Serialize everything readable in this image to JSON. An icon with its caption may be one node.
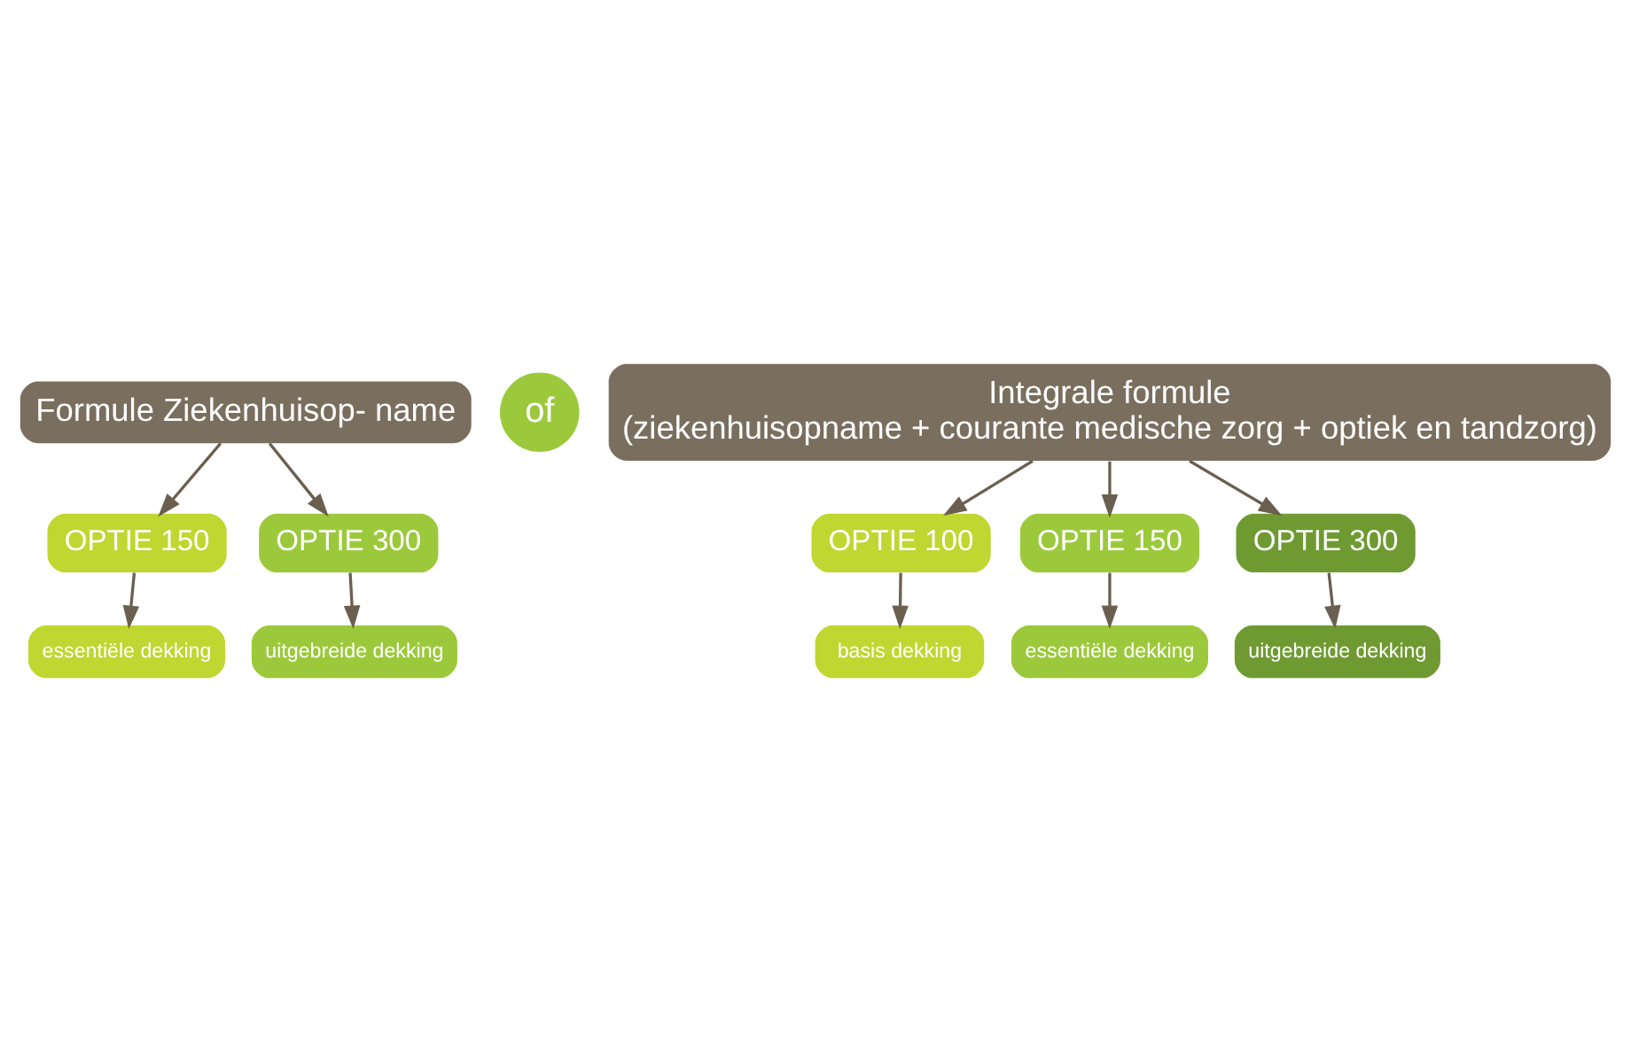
{
  "diagram": {
    "nodes": [
      {
        "text": [
          "Formule Ziekenhuisop- name"
        ]
      },
      {
        "text": [
          "of"
        ]
      },
      {
        "text": [
          "Integrale formule",
          "(ziekenhuisopname + courante medische zorg + optiek en tandzorg)"
        ]
      },
      {
        "text": [
          "OPTIE 150"
        ]
      },
      {
        "text": [
          "essentiële dekking"
        ]
      },
      {
        "text": [
          "OPTIE 300"
        ]
      },
      {
        "text": [
          "uitgebreide dekking"
        ]
      },
      {
        "text": [
          "OPTIE 100"
        ]
      },
      {
        "text": [
          "basis dekking"
        ]
      },
      {
        "text": [
          "OPTIE 150"
        ]
      },
      {
        "text": [
          "essentiële dekking"
        ]
      },
      {
        "text": [
          "OPTIE 300"
        ]
      },
      {
        "text": [
          "uitgebreide dekking"
        ]
      }
    ],
    "edges": [
      {
        "from": 0,
        "to": 3,
        "arrow": "to"
      },
      {
        "from": 0,
        "to": 5,
        "arrow": "to"
      },
      {
        "from": 2,
        "to": 7,
        "arrow": "to"
      },
      {
        "from": 2,
        "to": 9,
        "arrow": "to"
      },
      {
        "from": 2,
        "to": 11,
        "arrow": "to"
      },
      {
        "from": 3,
        "to": 4,
        "arrow": "to"
      },
      {
        "from": 5,
        "to": 6,
        "arrow": "to"
      },
      {
        "from": 7,
        "to": 8,
        "arrow": "to"
      },
      {
        "from": 9,
        "to": 10,
        "arrow": "to"
      },
      {
        "from": 11,
        "to": 12,
        "arrow": "to"
      }
    ]
  }
}
